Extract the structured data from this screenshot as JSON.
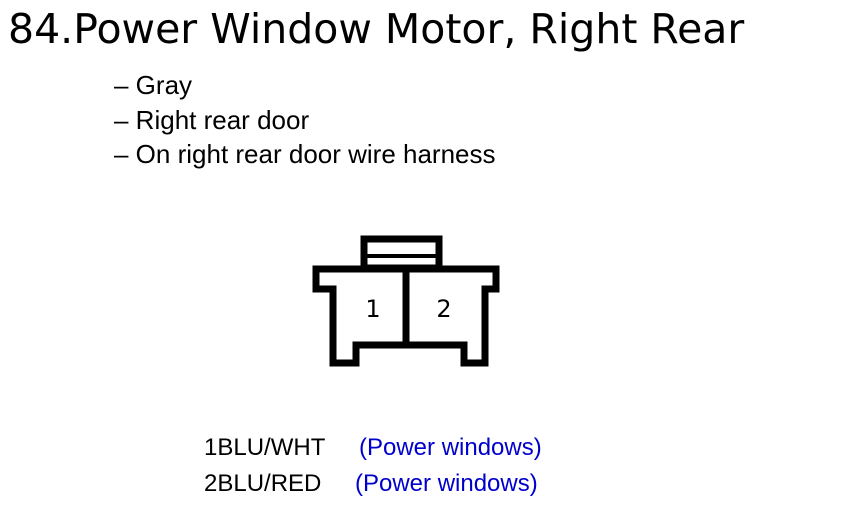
{
  "title": "84.Power Window Motor, Right Rear",
  "details": [
    "– Gray",
    "– Right rear door",
    "– On right rear door wire harness"
  ],
  "connector": {
    "pin_labels": [
      "1",
      "2"
    ],
    "stroke_color": "#000000"
  },
  "pins": [
    {
      "wire": "1BLU/WHT",
      "function": "(Power windows)"
    },
    {
      "wire": "2BLU/RED",
      "function": "(Power windows)"
    }
  ],
  "colors": {
    "text": "#000000",
    "function_text": "#0000cc"
  }
}
